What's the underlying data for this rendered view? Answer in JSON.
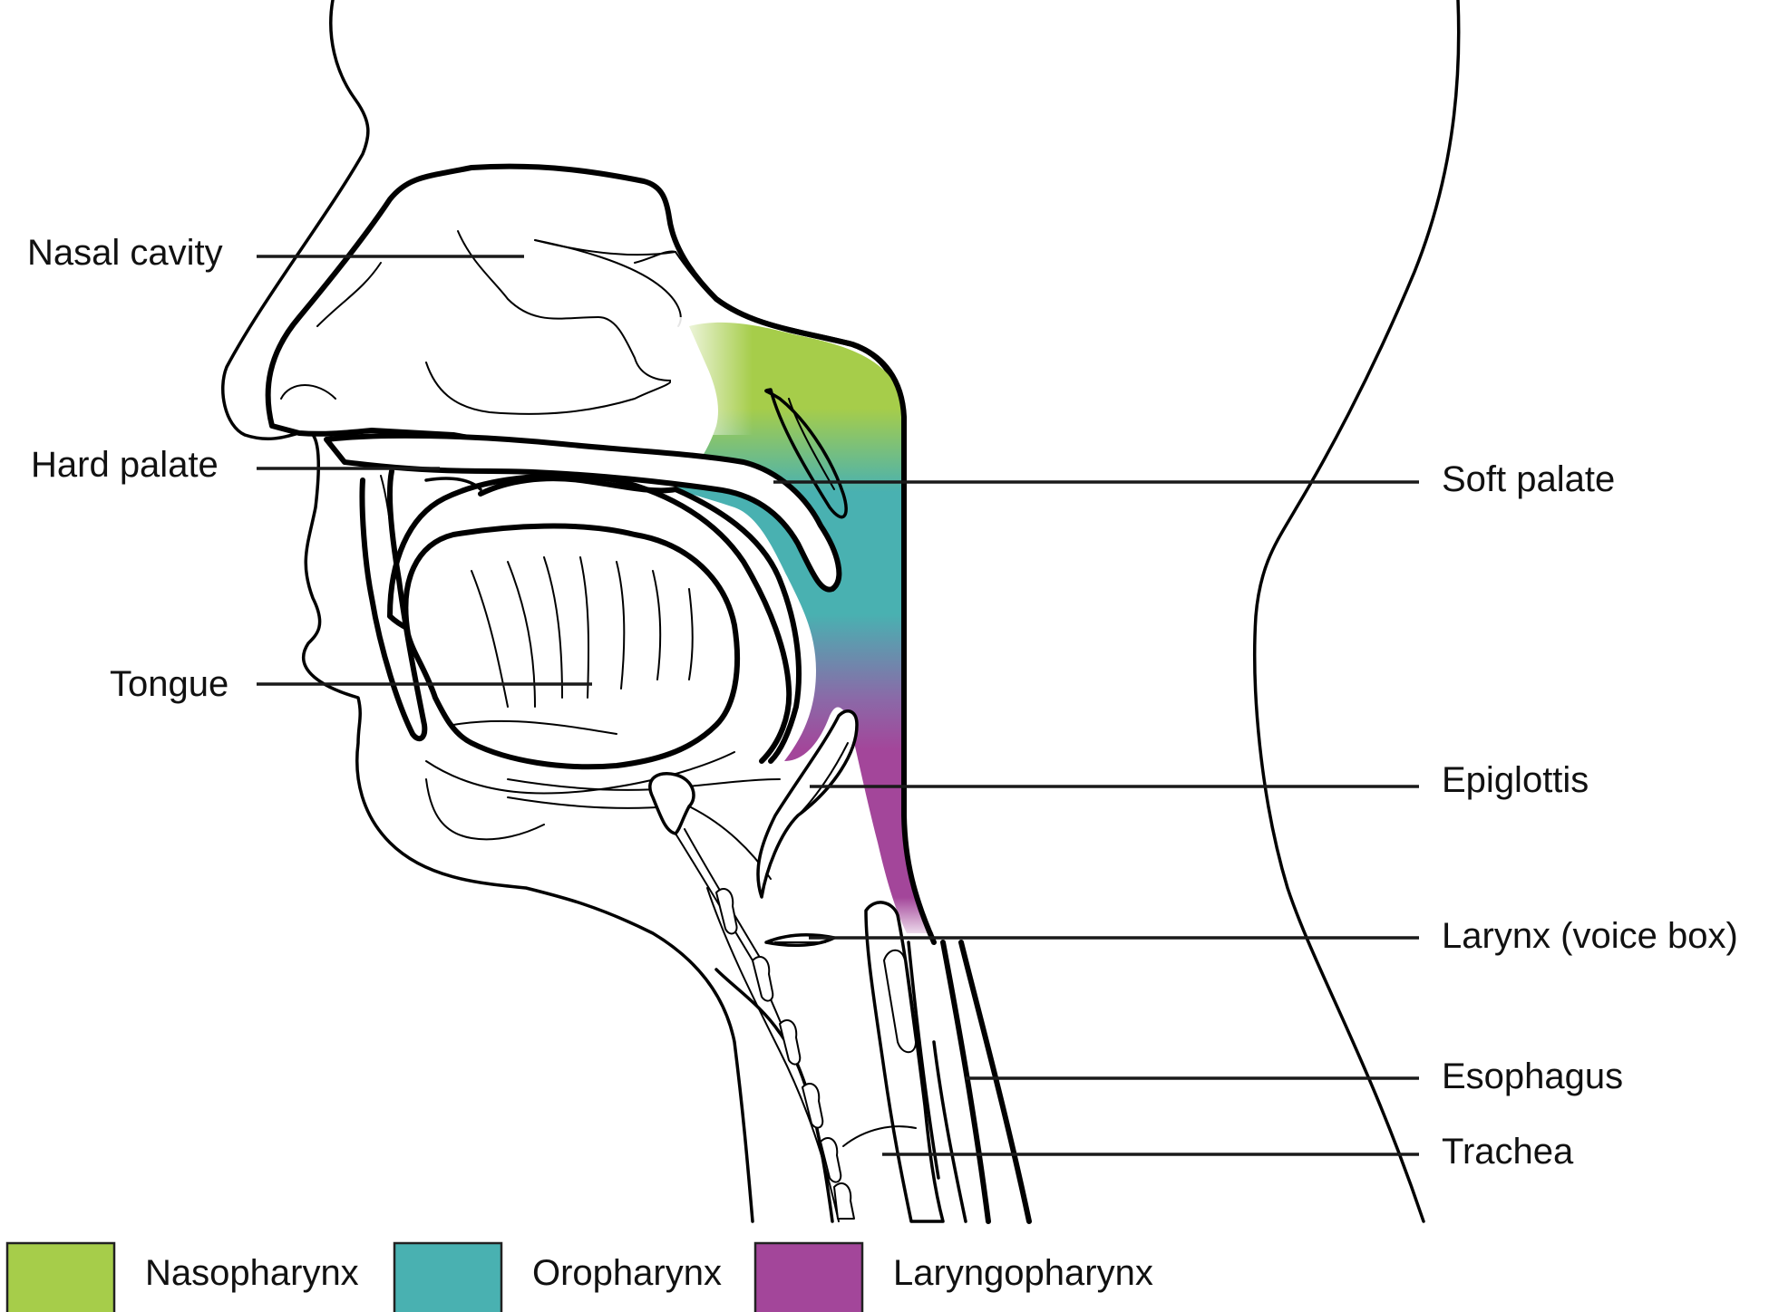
{
  "labels": {
    "nasal_cavity": "Nasal cavity",
    "hard_palate": "Hard palate",
    "tongue": "Tongue",
    "soft_palate": "Soft palate",
    "epiglottis": "Epiglottis",
    "larynx": "Larynx (voice box)",
    "esophagus": "Esophagus",
    "trachea": "Trachea"
  },
  "legend": [
    {
      "label": "Nasopharynx",
      "color": "#a6cd4a"
    },
    {
      "label": "Oropharynx",
      "color": "#49b1b1"
    },
    {
      "label": "Laryngopharynx",
      "color": "#a3469a"
    }
  ]
}
